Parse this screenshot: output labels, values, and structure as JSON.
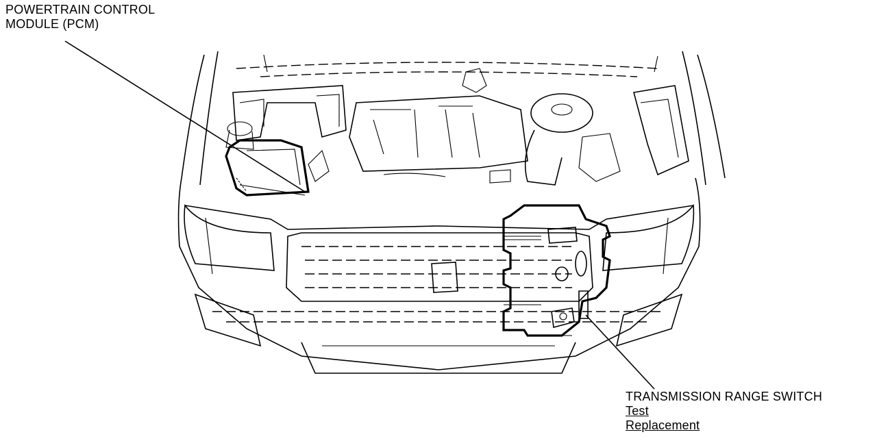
{
  "callouts": {
    "pcm": {
      "line1": "POWERTRAIN CONTROL",
      "line2": "MODULE (PCM)"
    },
    "transmission_range_switch": {
      "title": "TRANSMISSION RANGE SWITCH",
      "links": [
        "Test",
        "Replacement"
      ]
    }
  }
}
